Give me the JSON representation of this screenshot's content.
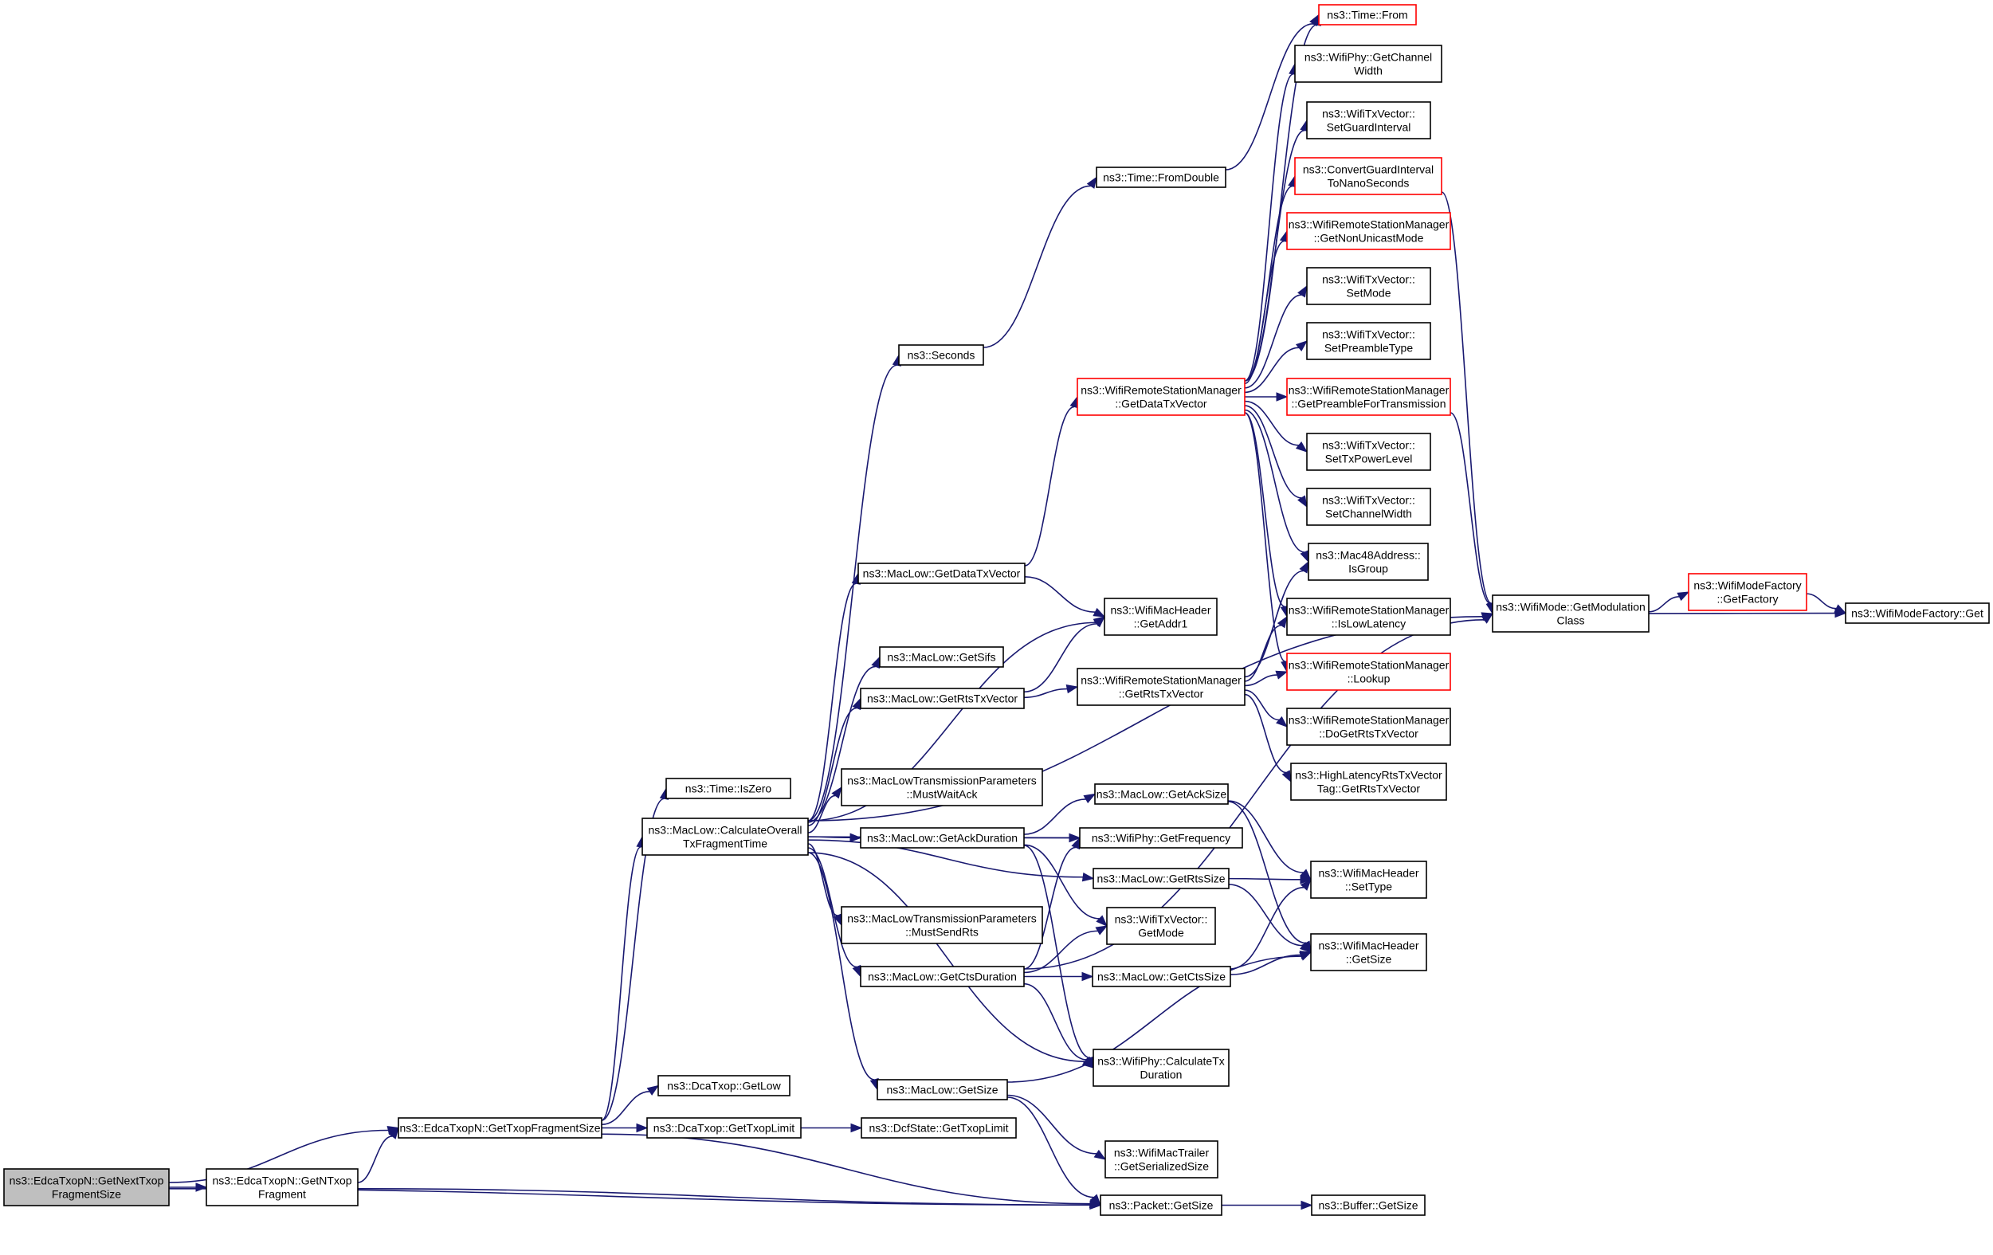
{
  "graph": {
    "edge_color": "#191970",
    "node_border": "#000000",
    "node_border_highlight": "#ff0000",
    "root_fill": "#bfbfbf",
    "nodes": {
      "root": {
        "lines": [
          "ns3::EdcaTxopN::GetNextTxop",
          "FragmentSize"
        ],
        "style": "root"
      },
      "getTxopFragSize": {
        "lines": [
          "ns3::EdcaTxopN::GetTxopFragmentSize"
        ]
      },
      "getNTxopFrag": {
        "lines": [
          "ns3::EdcaTxopN::GetNTxop",
          "Fragment"
        ]
      },
      "packetGetSize": {
        "lines": [
          "ns3::Packet::GetSize"
        ]
      },
      "timeIsZero": {
        "lines": [
          "ns3::Time::IsZero"
        ]
      },
      "calcOverall": {
        "lines": [
          "ns3::MacLow::CalculateOverall",
          "TxFragmentTime"
        ]
      },
      "dcaGetLow": {
        "lines": [
          "ns3::DcaTxop::GetLow"
        ]
      },
      "dcaGetTxopLimit": {
        "lines": [
          "ns3::DcaTxop::GetTxopLimit"
        ]
      },
      "dcfGetTxopLimit": {
        "lines": [
          "ns3::DcfState::GetTxopLimit"
        ]
      },
      "seconds": {
        "lines": [
          "ns3::Seconds"
        ]
      },
      "timeFromDouble": {
        "lines": [
          "ns3::Time::FromDouble"
        ]
      },
      "timeFrom": {
        "lines": [
          "ns3::Time::From"
        ],
        "style": "red"
      },
      "macGetDataTxVector": {
        "lines": [
          "ns3::MacLow::GetDataTxVector"
        ]
      },
      "macGetSifs": {
        "lines": [
          "ns3::MacLow::GetSifs"
        ]
      },
      "macGetRtsTxVector": {
        "lines": [
          "ns3::MacLow::GetRtsTxVector"
        ]
      },
      "mustWaitAck": {
        "lines": [
          "ns3::MacLowTransmissionParameters",
          "::MustWaitAck"
        ]
      },
      "macGetAckDuration": {
        "lines": [
          "ns3::MacLow::GetAckDuration"
        ]
      },
      "mustSendRts": {
        "lines": [
          "ns3::MacLowTransmissionParameters",
          "::MustSendRts"
        ]
      },
      "macGetCtsDuration": {
        "lines": [
          "ns3::MacLow::GetCtsDuration"
        ]
      },
      "macGetSize": {
        "lines": [
          "ns3::MacLow::GetSize"
        ]
      },
      "wrsmGetDataTxVector": {
        "lines": [
          "ns3::WifiRemoteStationManager",
          "::GetDataTxVector"
        ],
        "style": "red"
      },
      "wmhGetAddr1": {
        "lines": [
          "ns3::WifiMacHeader",
          "::GetAddr1"
        ]
      },
      "wrsmGetRtsTxVector": {
        "lines": [
          "ns3::WifiRemoteStationManager",
          "::GetRtsTxVector"
        ]
      },
      "macGetAckSize": {
        "lines": [
          "ns3::MacLow::GetAckSize"
        ]
      },
      "phyGetFrequency": {
        "lines": [
          "ns3::WifiPhy::GetFrequency"
        ]
      },
      "macGetRtsSize": {
        "lines": [
          "ns3::MacLow::GetRtsSize"
        ]
      },
      "txvGetMode": {
        "lines": [
          "ns3::WifiTxVector::",
          "GetMode"
        ]
      },
      "macGetCtsSize": {
        "lines": [
          "ns3::MacLow::GetCtsSize"
        ]
      },
      "phyCalcTxDur": {
        "lines": [
          "ns3::WifiPhy::CalculateTx",
          "Duration"
        ]
      },
      "wmtGetSerSize": {
        "lines": [
          "ns3::WifiMacTrailer",
          "::GetSerializedSize"
        ]
      },
      "phyGetChanWidth": {
        "lines": [
          "ns3::WifiPhy::GetChannel",
          "Width"
        ]
      },
      "txvSetGuard": {
        "lines": [
          "ns3::WifiTxVector::",
          "SetGuardInterval"
        ]
      },
      "convGuard": {
        "lines": [
          "ns3::ConvertGuardInterval",
          "ToNanoSeconds"
        ],
        "style": "red"
      },
      "wrsmGetNonUni": {
        "lines": [
          "ns3::WifiRemoteStationManager",
          "::GetNonUnicastMode"
        ],
        "style": "red"
      },
      "txvSetMode": {
        "lines": [
          "ns3::WifiTxVector::",
          "SetMode"
        ]
      },
      "txvSetPreamble": {
        "lines": [
          "ns3::WifiTxVector::",
          "SetPreambleType"
        ]
      },
      "wrsmGetPreamble": {
        "lines": [
          "ns3::WifiRemoteStationManager",
          "::GetPreambleForTransmission"
        ],
        "style": "red"
      },
      "txvSetTxPower": {
        "lines": [
          "ns3::WifiTxVector::",
          "SetTxPowerLevel"
        ]
      },
      "txvSetChanWidth": {
        "lines": [
          "ns3::WifiTxVector::",
          "SetChannelWidth"
        ]
      },
      "mac48IsGroup": {
        "lines": [
          "ns3::Mac48Address::",
          "IsGroup"
        ]
      },
      "wrsmIsLowLat": {
        "lines": [
          "ns3::WifiRemoteStationManager",
          "::IsLowLatency"
        ]
      },
      "wrsmLookup": {
        "lines": [
          "ns3::WifiRemoteStationManager",
          "::Lookup"
        ],
        "style": "red"
      },
      "wrsmDoGetRts": {
        "lines": [
          "ns3::WifiRemoteStationManager",
          "::DoGetRtsTxVector"
        ]
      },
      "hlRtsTag": {
        "lines": [
          "ns3::HighLatencyRtsTxVector",
          "Tag::GetRtsTxVector"
        ]
      },
      "wmhSetType": {
        "lines": [
          "ns3::WifiMacHeader",
          "::SetType"
        ]
      },
      "wmhGetSize": {
        "lines": [
          "ns3::WifiMacHeader",
          "::GetSize"
        ]
      },
      "bufferGetSize": {
        "lines": [
          "ns3::Buffer::GetSize"
        ]
      },
      "wmGetModClass": {
        "lines": [
          "ns3::WifiMode::GetModulation",
          "Class"
        ]
      },
      "wmfGetFactory": {
        "lines": [
          "ns3::WifiModeFactory",
          "::GetFactory"
        ],
        "style": "red"
      },
      "wmfGet": {
        "lines": [
          "ns3::WifiModeFactory::Get"
        ]
      }
    },
    "edges": [
      [
        "root",
        "getTxopFragSize"
      ],
      [
        "root",
        "getNTxopFrag"
      ],
      [
        "root",
        "packetGetSize"
      ],
      [
        "getTxopFragSize",
        "timeIsZero"
      ],
      [
        "getTxopFragSize",
        "calcOverall"
      ],
      [
        "getTxopFragSize",
        "dcaGetLow"
      ],
      [
        "getTxopFragSize",
        "dcaGetTxopLimit"
      ],
      [
        "getTxopFragSize",
        "packetGetSize"
      ],
      [
        "getNTxopFrag",
        "getTxopFragSize"
      ],
      [
        "getNTxopFrag",
        "packetGetSize"
      ],
      [
        "dcaGetTxopLimit",
        "dcfGetTxopLimit"
      ],
      [
        "calcOverall",
        "seconds"
      ],
      [
        "calcOverall",
        "macGetDataTxVector"
      ],
      [
        "calcOverall",
        "wmhGetAddr1"
      ],
      [
        "calcOverall",
        "macGetSifs"
      ],
      [
        "calcOverall",
        "macGetRtsTxVector"
      ],
      [
        "calcOverall",
        "phyGetFrequency"
      ],
      [
        "calcOverall",
        "mustWaitAck"
      ],
      [
        "calcOverall",
        "wmGetModClass"
      ],
      [
        "calcOverall",
        "macGetAckDuration"
      ],
      [
        "calcOverall",
        "macGetRtsSize"
      ],
      [
        "calcOverall",
        "mustSendRts"
      ],
      [
        "calcOverall",
        "macGetCtsDuration"
      ],
      [
        "calcOverall",
        "phyCalcTxDur"
      ],
      [
        "calcOverall",
        "macGetSize"
      ],
      [
        "seconds",
        "timeFromDouble"
      ],
      [
        "timeFromDouble",
        "timeFrom"
      ],
      [
        "macGetDataTxVector",
        "wrsmGetDataTxVector"
      ],
      [
        "macGetDataTxVector",
        "wmhGetAddr1"
      ],
      [
        "macGetRtsTxVector",
        "wmhGetAddr1"
      ],
      [
        "macGetRtsTxVector",
        "wrsmGetRtsTxVector"
      ],
      [
        "macGetAckDuration",
        "macGetAckSize"
      ],
      [
        "macGetAckDuration",
        "phyGetFrequency"
      ],
      [
        "macGetAckDuration",
        "txvGetMode"
      ],
      [
        "macGetAckDuration",
        "phyCalcTxDur"
      ],
      [
        "macGetCtsDuration",
        "phyGetFrequency"
      ],
      [
        "macGetCtsDuration",
        "txvGetMode"
      ],
      [
        "macGetCtsDuration",
        "macGetCtsSize"
      ],
      [
        "macGetCtsDuration",
        "phyCalcTxDur"
      ],
      [
        "macGetCtsDuration",
        "wmGetModClass"
      ],
      [
        "macGetSize",
        "wmhGetSize"
      ],
      [
        "macGetSize",
        "wmtGetSerSize"
      ],
      [
        "macGetSize",
        "packetGetSize"
      ],
      [
        "wrsmGetDataTxVector",
        "timeFrom"
      ],
      [
        "wrsmGetDataTxVector",
        "phyGetChanWidth"
      ],
      [
        "wrsmGetDataTxVector",
        "txvSetGuard"
      ],
      [
        "wrsmGetDataTxVector",
        "convGuard"
      ],
      [
        "wrsmGetDataTxVector",
        "wrsmGetNonUni"
      ],
      [
        "wrsmGetDataTxVector",
        "txvSetMode"
      ],
      [
        "wrsmGetDataTxVector",
        "txvSetPreamble"
      ],
      [
        "wrsmGetDataTxVector",
        "wrsmGetPreamble"
      ],
      [
        "wrsmGetDataTxVector",
        "txvSetTxPower"
      ],
      [
        "wrsmGetDataTxVector",
        "txvSetChanWidth"
      ],
      [
        "wrsmGetDataTxVector",
        "mac48IsGroup"
      ],
      [
        "wrsmGetDataTxVector",
        "wrsmIsLowLat"
      ],
      [
        "wrsmGetDataTxVector",
        "wrsmLookup"
      ],
      [
        "wrsmGetRtsTxVector",
        "mac48IsGroup"
      ],
      [
        "wrsmGetRtsTxVector",
        "wrsmIsLowLat"
      ],
      [
        "wrsmGetRtsTxVector",
        "wrsmLookup"
      ],
      [
        "wrsmGetRtsTxVector",
        "wrsmDoGetRts"
      ],
      [
        "wrsmGetRtsTxVector",
        "hlRtsTag"
      ],
      [
        "macGetAckSize",
        "wmhSetType"
      ],
      [
        "macGetAckSize",
        "wmhGetSize"
      ],
      [
        "macGetRtsSize",
        "wmhSetType"
      ],
      [
        "macGetRtsSize",
        "wmhGetSize"
      ],
      [
        "macGetCtsSize",
        "wmhSetType"
      ],
      [
        "macGetCtsSize",
        "wmhGetSize"
      ],
      [
        "packetGetSize",
        "bufferGetSize"
      ],
      [
        "convGuard",
        "wmGetModClass"
      ],
      [
        "wrsmGetPreamble",
        "wmGetModClass"
      ],
      [
        "wmGetModClass",
        "wmfGetFactory"
      ],
      [
        "wmGetModClass",
        "wmfGet"
      ],
      [
        "wmfGetFactory",
        "wmfGet"
      ]
    ]
  }
}
